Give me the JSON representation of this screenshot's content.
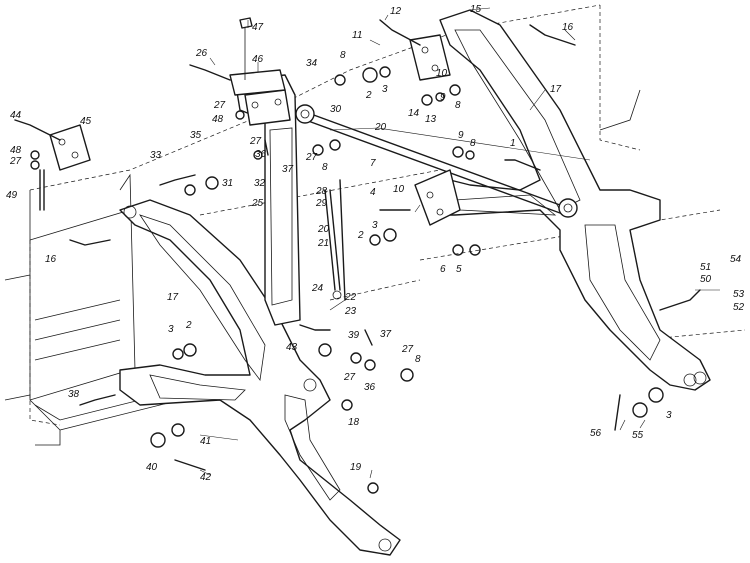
{
  "callouts": [
    {
      "id": "c47",
      "text": "47"
    },
    {
      "id": "c12",
      "text": "12"
    },
    {
      "id": "c15",
      "text": "15"
    },
    {
      "id": "c16a",
      "text": "16"
    },
    {
      "id": "c11",
      "text": "11"
    },
    {
      "id": "c26",
      "text": "26"
    },
    {
      "id": "c46",
      "text": "46"
    },
    {
      "id": "c34",
      "text": "34"
    },
    {
      "id": "c8a",
      "text": "8"
    },
    {
      "id": "c2a",
      "text": "2"
    },
    {
      "id": "c3a",
      "text": "3"
    },
    {
      "id": "c10a",
      "text": "10"
    },
    {
      "id": "c9a",
      "text": "9"
    },
    {
      "id": "c8b",
      "text": "8"
    },
    {
      "id": "c17a",
      "text": "17"
    },
    {
      "id": "c14",
      "text": "14"
    },
    {
      "id": "c13",
      "text": "13"
    },
    {
      "id": "c30",
      "text": "30"
    },
    {
      "id": "c44",
      "text": "44"
    },
    {
      "id": "c45",
      "text": "45"
    },
    {
      "id": "c27a",
      "text": "27"
    },
    {
      "id": "c48a",
      "text": "48"
    },
    {
      "id": "c35",
      "text": "35"
    },
    {
      "id": "c27b",
      "text": "27"
    },
    {
      "id": "c20a",
      "text": "20"
    },
    {
      "id": "c9b",
      "text": "9"
    },
    {
      "id": "c8c",
      "text": "8"
    },
    {
      "id": "c48b",
      "text": "48"
    },
    {
      "id": "c27c",
      "text": "27"
    },
    {
      "id": "c36a",
      "text": "36"
    },
    {
      "id": "c37a",
      "text": "37"
    },
    {
      "id": "c27d",
      "text": "27"
    },
    {
      "id": "c8d",
      "text": "8"
    },
    {
      "id": "c7",
      "text": "7"
    },
    {
      "id": "c1",
      "text": "1"
    },
    {
      "id": "c33",
      "text": "33"
    },
    {
      "id": "c31",
      "text": "31"
    },
    {
      "id": "c32",
      "text": "32"
    },
    {
      "id": "c28",
      "text": "28"
    },
    {
      "id": "c29",
      "text": "29"
    },
    {
      "id": "c25",
      "text": "25"
    },
    {
      "id": "c10b",
      "text": "10"
    },
    {
      "id": "c4",
      "text": "4"
    },
    {
      "id": "c49",
      "text": "49"
    },
    {
      "id": "c3b",
      "text": "3"
    },
    {
      "id": "c2b",
      "text": "2"
    },
    {
      "id": "c16b",
      "text": "16"
    },
    {
      "id": "c20b",
      "text": "20"
    },
    {
      "id": "c21",
      "text": "21"
    },
    {
      "id": "c6",
      "text": "6"
    },
    {
      "id": "c5",
      "text": "5"
    },
    {
      "id": "c17b",
      "text": "17"
    },
    {
      "id": "c51",
      "text": "51"
    },
    {
      "id": "c50",
      "text": "50"
    },
    {
      "id": "c54",
      "text": "54"
    },
    {
      "id": "c53",
      "text": "53"
    },
    {
      "id": "c52",
      "text": "52"
    },
    {
      "id": "c24",
      "text": "24"
    },
    {
      "id": "c22",
      "text": "22"
    },
    {
      "id": "c23",
      "text": "23"
    },
    {
      "id": "c37b",
      "text": "37"
    },
    {
      "id": "c39",
      "text": "39"
    },
    {
      "id": "c43",
      "text": "43"
    },
    {
      "id": "c27e",
      "text": "27"
    },
    {
      "id": "c8e",
      "text": "8"
    },
    {
      "id": "c3c",
      "text": "3"
    },
    {
      "id": "c2c",
      "text": "2"
    },
    {
      "id": "c27f",
      "text": "27"
    },
    {
      "id": "c36b",
      "text": "36"
    },
    {
      "id": "c38",
      "text": "38"
    },
    {
      "id": "c18",
      "text": "18"
    },
    {
      "id": "c41",
      "text": "41"
    },
    {
      "id": "c40",
      "text": "40"
    },
    {
      "id": "c42",
      "text": "42"
    },
    {
      "id": "c19",
      "text": "19"
    },
    {
      "id": "c56",
      "text": "56"
    },
    {
      "id": "c55",
      "text": "55"
    },
    {
      "id": "c3d",
      "text": "3"
    }
  ]
}
